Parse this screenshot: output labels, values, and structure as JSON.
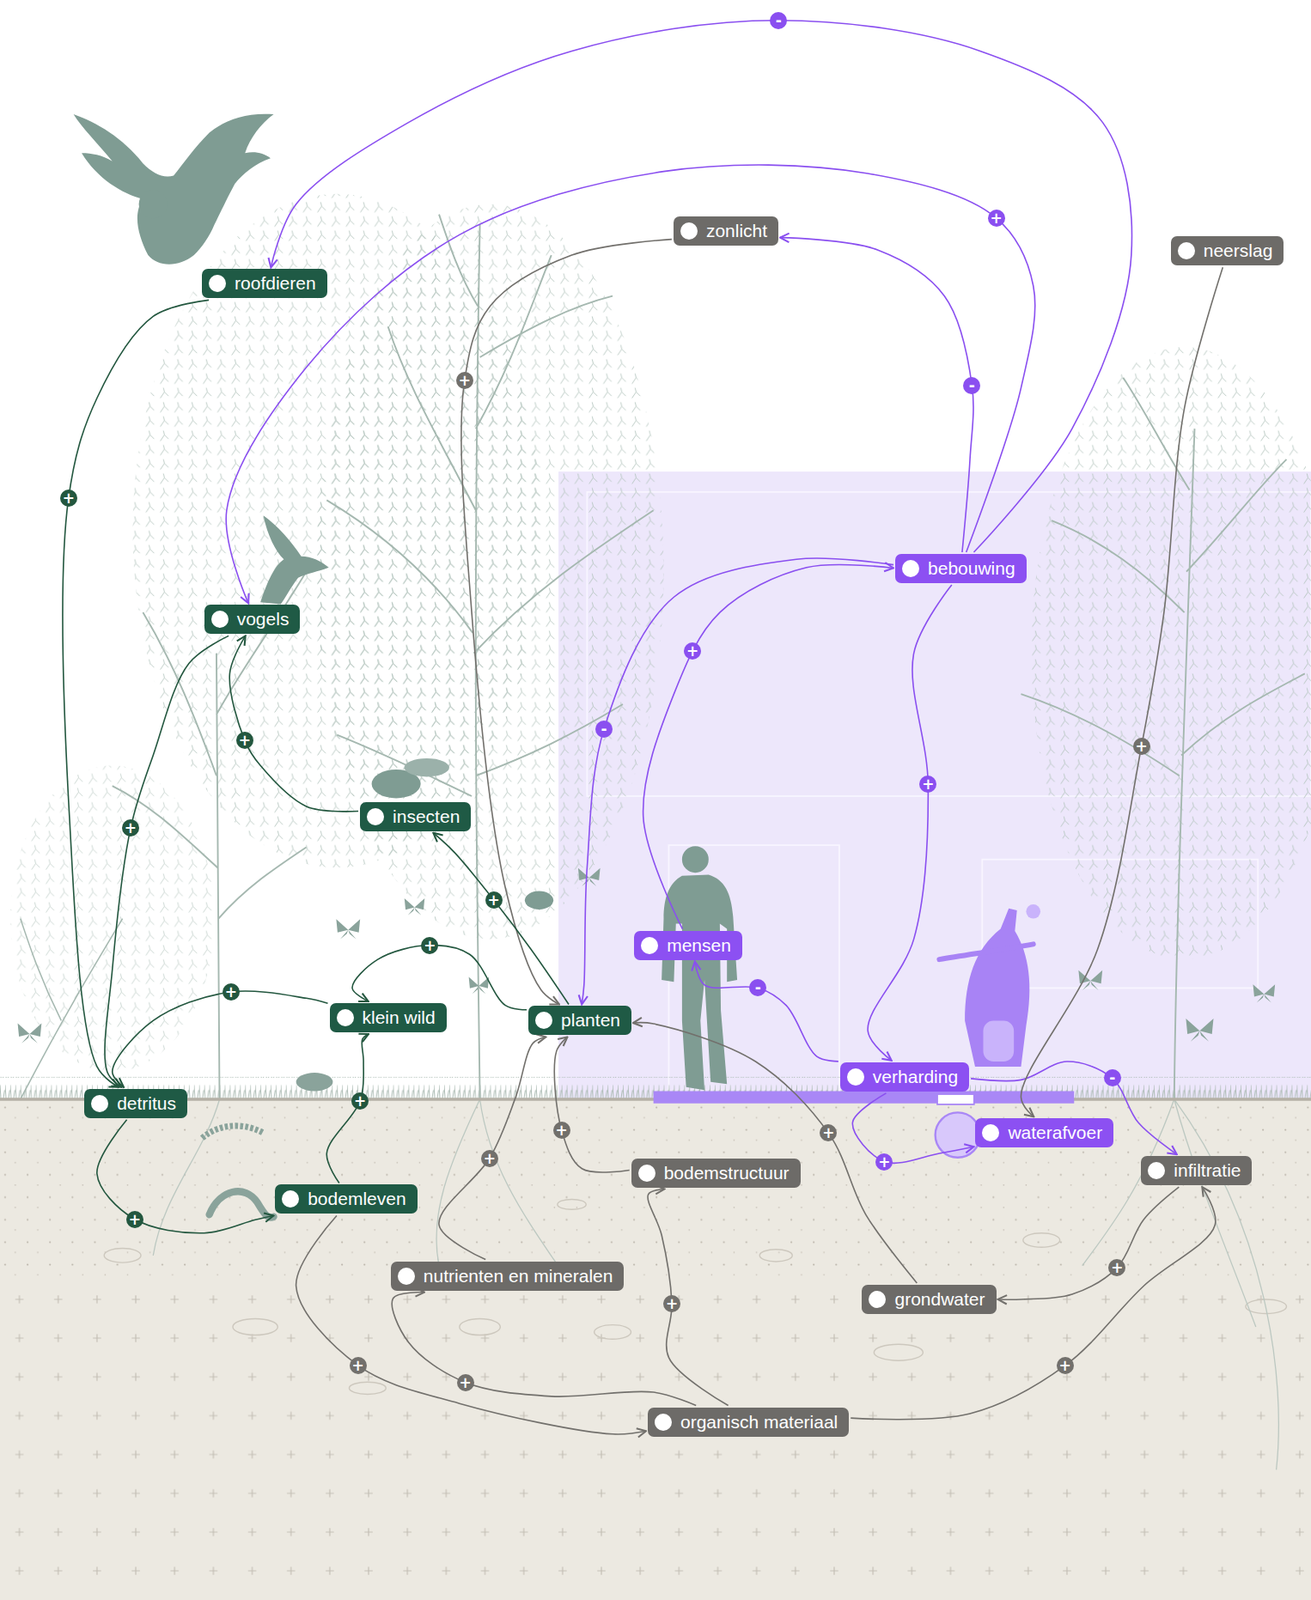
{
  "diagram": {
    "nodes": [
      {
        "text": [
          "roofdieren"
        ]
      },
      {
        "text": [
          "zonlicht"
        ]
      },
      {
        "text": [
          "neerslag"
        ]
      },
      {
        "text": [
          "bebouwing"
        ]
      },
      {
        "text": [
          "vogels"
        ]
      },
      {
        "text": [
          "insecten"
        ]
      },
      {
        "text": [
          "mensen"
        ]
      },
      {
        "text": [
          "klein wild"
        ]
      },
      {
        "text": [
          "planten"
        ]
      },
      {
        "text": [
          "verharding"
        ]
      },
      {
        "text": [
          "detritus"
        ]
      },
      {
        "text": [
          "waterafvoer"
        ]
      },
      {
        "text": [
          "infiltratie"
        ]
      },
      {
        "text": [
          "bodemstructuur"
        ]
      },
      {
        "text": [
          "bodemleven"
        ]
      },
      {
        "text": [
          "nutrienten en mineralen"
        ]
      },
      {
        "text": [
          "grondwater"
        ]
      },
      {
        "text": [
          "organisch materiaal"
        ]
      }
    ],
    "edges": [
      {
        "from": 3,
        "to": 0,
        "arrow": "to",
        "label": "-"
      },
      {
        "from": 3,
        "to": 4,
        "arrow": "to",
        "label": "+"
      },
      {
        "from": 3,
        "to": 1,
        "arrow": "to",
        "label": "-"
      },
      {
        "from": 3,
        "to": 9,
        "arrow": "to",
        "label": "+"
      },
      {
        "from": 6,
        "to": 3,
        "arrow": "to",
        "label": "+"
      },
      {
        "from": 3,
        "to": 8,
        "arrow": "to",
        "label": "-"
      },
      {
        "from": 9,
        "to": 6,
        "arrow": "to",
        "label": "-"
      },
      {
        "from": 9,
        "to": 11,
        "arrow": "to",
        "label": "+"
      },
      {
        "from": 9,
        "to": 12,
        "arrow": "to",
        "label": "-"
      },
      {
        "from": 2,
        "to": 11,
        "arrow": "to",
        "label": "+"
      },
      {
        "from": 1,
        "to": 8,
        "arrow": "to",
        "label": "+"
      },
      {
        "from": 0,
        "to": 10,
        "arrow": "to",
        "label": "+"
      },
      {
        "from": 4,
        "to": 10,
        "arrow": "to",
        "label": "+"
      },
      {
        "from": 5,
        "to": 4,
        "arrow": "to",
        "label": "+"
      },
      {
        "from": 8,
        "to": 5,
        "arrow": "to",
        "label": "+"
      },
      {
        "from": 8,
        "to": 7,
        "arrow": "to",
        "label": "+"
      },
      {
        "from": 7,
        "to": 10,
        "arrow": "to",
        "label": "+"
      },
      {
        "from": 14,
        "to": 7,
        "arrow": "to",
        "label": "+"
      },
      {
        "from": 10,
        "to": 14,
        "arrow": "to",
        "label": "+"
      },
      {
        "from": 14,
        "to": 17,
        "arrow": "to",
        "label": "+"
      },
      {
        "from": 17,
        "to": 15,
        "arrow": "to",
        "label": "+"
      },
      {
        "from": 15,
        "to": 8,
        "arrow": "to",
        "label": "+"
      },
      {
        "from": 13,
        "to": 8,
        "arrow": "to",
        "label": "+"
      },
      {
        "from": 17,
        "to": 13,
        "arrow": "to",
        "label": "+"
      },
      {
        "from": 16,
        "to": 8,
        "arrow": "to",
        "label": "+"
      },
      {
        "from": 17,
        "to": 12,
        "arrow": "to",
        "label": "+"
      },
      {
        "from": 12,
        "to": 16,
        "arrow": "to",
        "label": "+"
      }
    ]
  }
}
